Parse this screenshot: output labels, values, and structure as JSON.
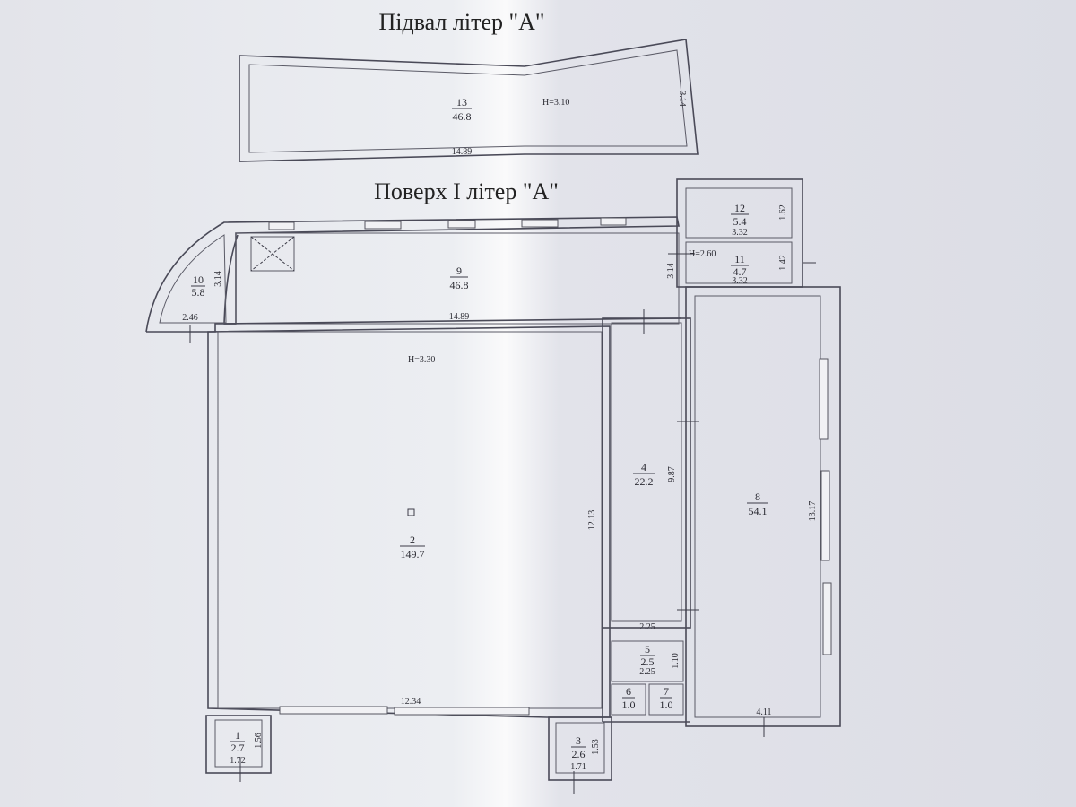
{
  "titles": {
    "basement": "Підвал літер \"А\"",
    "floor1": "Поверх І літер \"А\""
  },
  "heights": {
    "basement": "Н=3.10",
    "floor1": "Н=3.30",
    "annex": "Н=2.60"
  },
  "rooms": [
    {
      "id": "13",
      "number": "13",
      "area": "46.8"
    },
    {
      "id": "12",
      "number": "12",
      "area": "5.4"
    },
    {
      "id": "11",
      "number": "11",
      "area": "4.7"
    },
    {
      "id": "10",
      "number": "10",
      "area": "5.8"
    },
    {
      "id": "9",
      "number": "9",
      "area": "46.8"
    },
    {
      "id": "2",
      "number": "2",
      "area": "149.7"
    },
    {
      "id": "4",
      "number": "4",
      "area": "22.2"
    },
    {
      "id": "8",
      "number": "8",
      "area": "54.1"
    },
    {
      "id": "5",
      "number": "5",
      "area": "2.5"
    },
    {
      "id": "6",
      "number": "6",
      "area": "1.0"
    },
    {
      "id": "7",
      "number": "7",
      "area": "1.0"
    },
    {
      "id": "1",
      "number": "1",
      "area": "2.7"
    },
    {
      "id": "3",
      "number": "3",
      "area": "2.6"
    }
  ],
  "dimensions": {
    "r13_width": "14.89",
    "r13_height": "3.14",
    "r12_height": "1.62",
    "r12_width": "3.32",
    "r11_height": "1.42",
    "r11_width": "3.32",
    "r10_height": "3.14",
    "r10_width": "2.46",
    "r9_width": "14.89",
    "r9_height": "3.14",
    "r2_height": "12.13",
    "r2_width": "12.34",
    "r4_height": "9.87",
    "r4_width": "2.25",
    "r8_height": "13.17",
    "r8_width": "4.11",
    "r5_height": "1.10",
    "r5_width": "2.25",
    "r1_height": "1.56",
    "r1_width": "1.72",
    "r3_height": "1.53",
    "r3_width": "1.71"
  },
  "colors": {
    "paper": "#ececf0",
    "wall": "#4a4a58"
  }
}
